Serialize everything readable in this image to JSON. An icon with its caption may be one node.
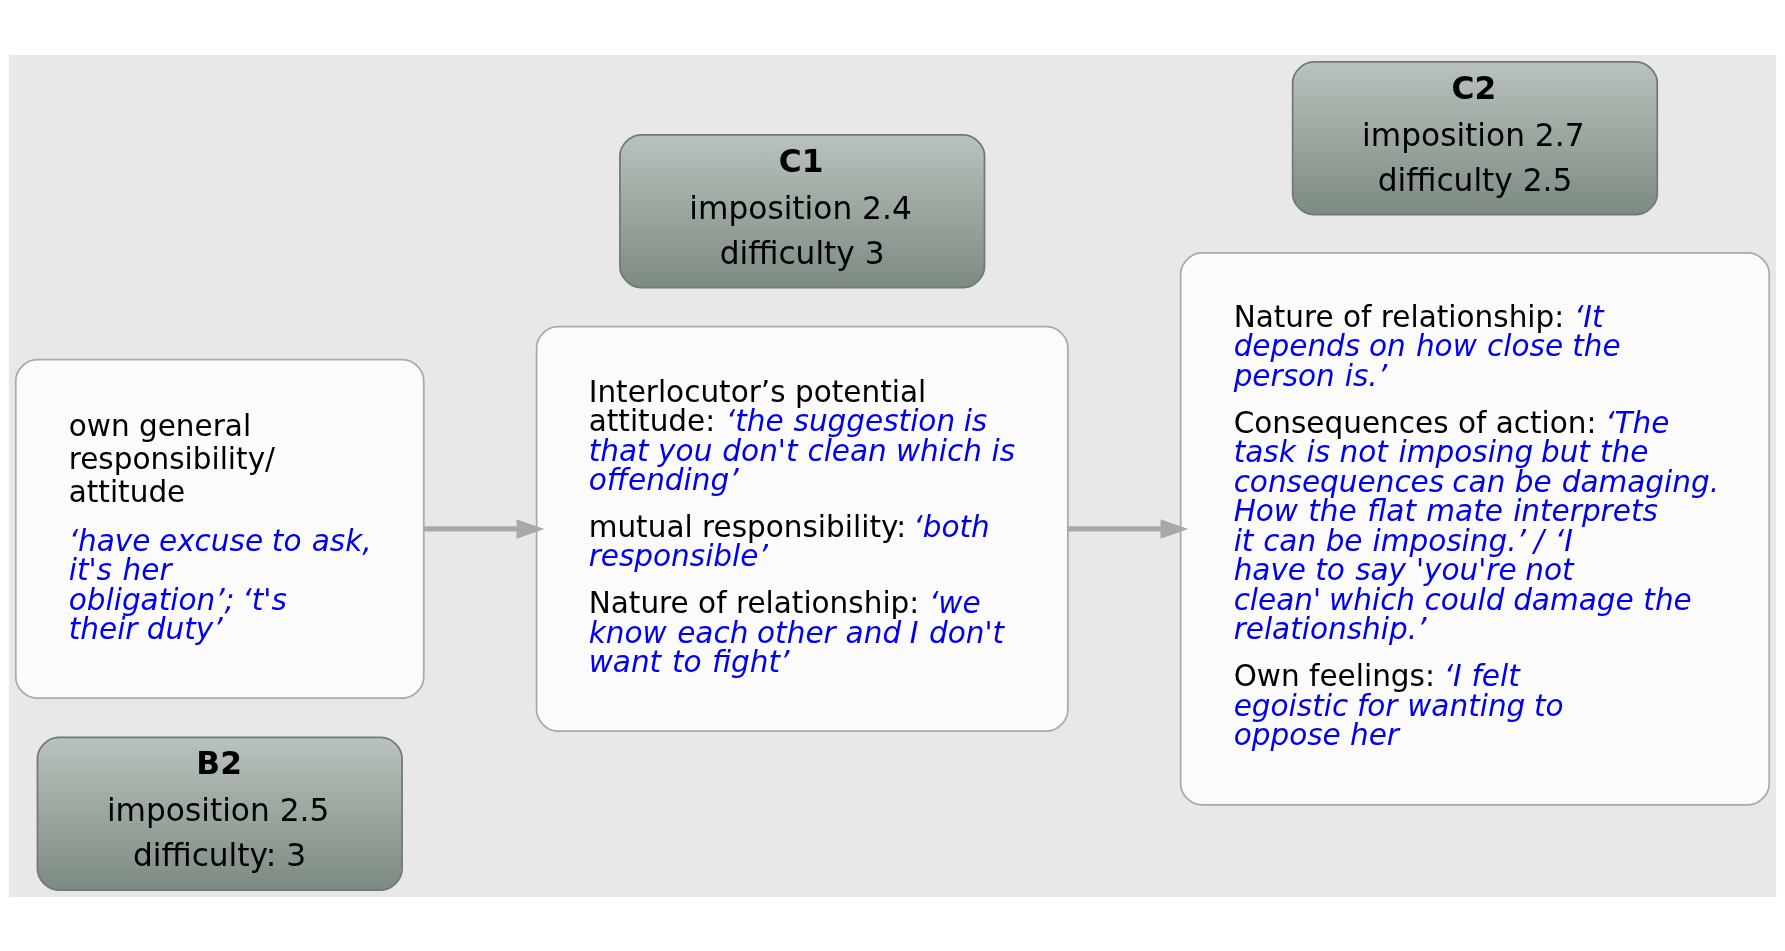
{
  "diagram": {
    "nodes": [
      {
        "text": [
          "own general responsibility/ attitude",
          "*‘have excuse to ask, it's her obligation’; ‘t's their duty’*"
        ]
      },
      {
        "text": [
          "B2",
          "imposition 2.5",
          "difficulty: 3"
        ]
      },
      {
        "text": [
          "Interlocutor’s potential attitude: *‘the suggestion is that you don't clean which is offending’*",
          "mutual responsibility: *‘both responsible’*",
          "Nature of relationship: *‘we know each other and I don't want to fight’*"
        ]
      },
      {
        "text": [
          "C1",
          "imposition 2.4",
          "difficulty 3"
        ]
      },
      {
        "text": [
          "Nature of relationship: *‘It depends on how close the person is.’*",
          "Consequences of action: *‘The task is not imposing but the consequences can be damaging. How the flat mate interprets it can be imposing.’ / ‘I have to say 'you're not clean' which could damage the relationship.’*",
          "Own feelings: *‘I felt egoistic for wanting to oppose her*"
        ]
      },
      {
        "text": [
          "C2",
          "imposition 2.7",
          "difficulty 2.5"
        ]
      }
    ],
    "edges": [
      {
        "from": 0,
        "to": 2,
        "arrow": "to"
      },
      {
        "from": 2,
        "to": 4,
        "arrow": "to"
      }
    ]
  }
}
